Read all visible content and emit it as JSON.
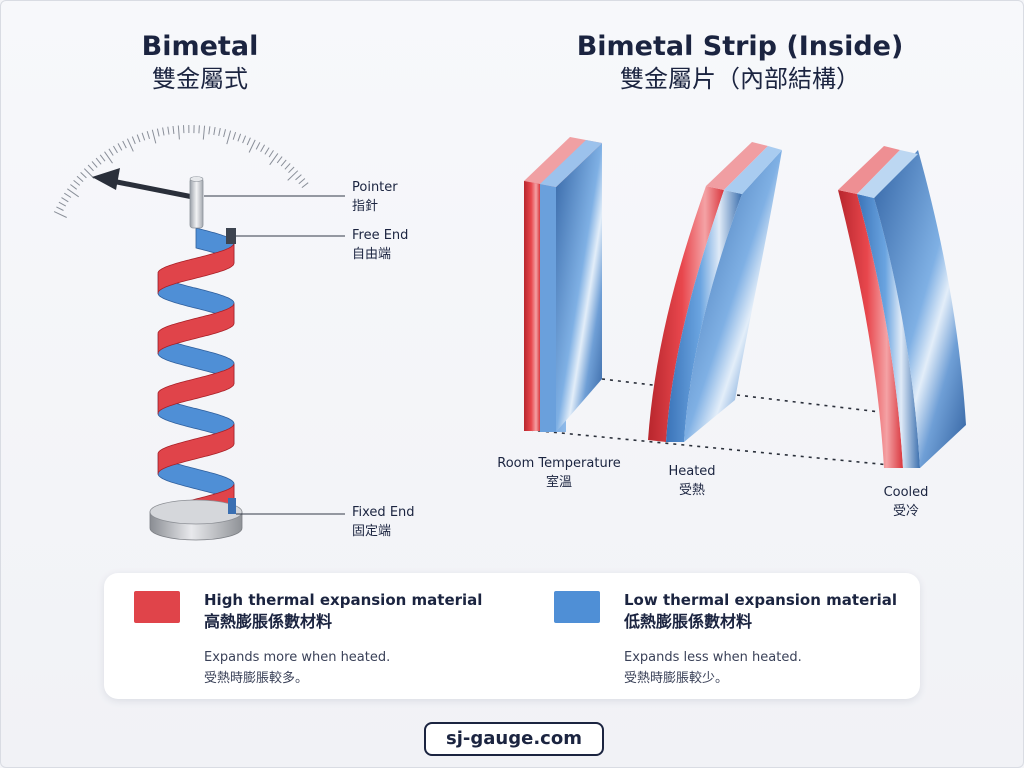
{
  "left_panel": {
    "title_en": "Bimetal",
    "title_zh": "雙金屬式",
    "callouts": {
      "pointer": {
        "en": "Pointer",
        "zh": "指針"
      },
      "free_end": {
        "en": "Free End",
        "zh": "自由端"
      },
      "fixed_end": {
        "en": "Fixed End",
        "zh": "固定端"
      }
    }
  },
  "right_panel": {
    "title_en": "Bimetal Strip (Inside)",
    "title_zh": "雙金屬片（內部結構）",
    "states": [
      {
        "en": "Room Temperature",
        "zh": "室溫"
      },
      {
        "en": "Heated",
        "zh": "受熱"
      },
      {
        "en": "Cooled",
        "zh": "受冷"
      }
    ]
  },
  "legend": {
    "items": [
      {
        "color": "#e0444a",
        "title_en": "High thermal expansion material",
        "title_zh": "高熱膨脹係數材料",
        "desc_en": "Expands more when heated.",
        "desc_zh": "受熱時膨脹較多。"
      },
      {
        "color": "#4f8fd6",
        "title_en": "Low thermal expansion material",
        "title_zh": "低熱膨脹係數材料",
        "desc_en": "Expands less when heated.",
        "desc_zh": "受熱時膨脹較少。"
      }
    ]
  },
  "footer": {
    "site": "sj-gauge.com"
  },
  "colors": {
    "high_expansion": "#e0444a",
    "low_expansion": "#4f8fd6",
    "text": "#1b2440"
  }
}
